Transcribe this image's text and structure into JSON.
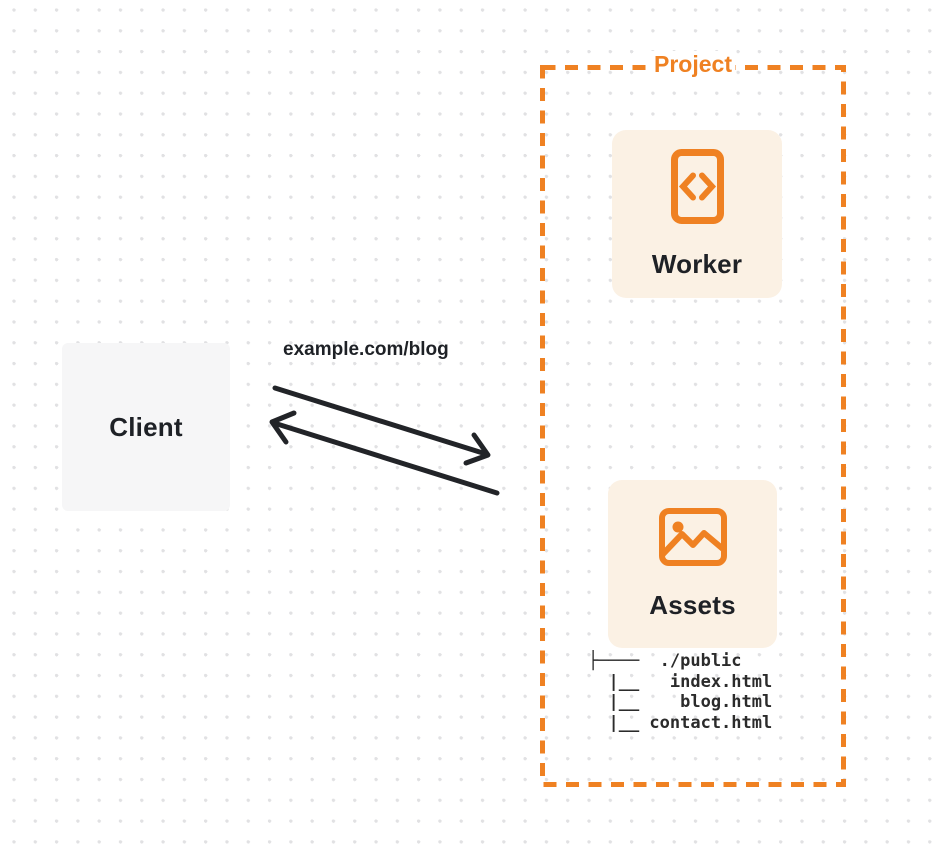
{
  "colors": {
    "accent_orange": "#EF8122",
    "card_bg": "#FBF1E4",
    "client_bg": "#F6F6F7",
    "ink": "#1E2126",
    "tree_ink": "#2B2B2B",
    "arrow_ink": "#222428",
    "dot": "#E1E1E3",
    "canvas_bg": "#FFFFFF"
  },
  "client": {
    "label": "Client"
  },
  "request": {
    "url": "example.com/blog"
  },
  "arrows": {
    "request_direction": "client-to-project",
    "response_direction": "project-to-client"
  },
  "project": {
    "label": "Project",
    "worker": {
      "label": "Worker",
      "icon": "code-document-icon"
    },
    "assets": {
      "label": "Assets",
      "icon": "image-icon",
      "file_tree": [
        "├────  ./public",
        "  |__   index.html",
        "  |__    blog.html",
        "  |__ contact.html"
      ]
    }
  }
}
